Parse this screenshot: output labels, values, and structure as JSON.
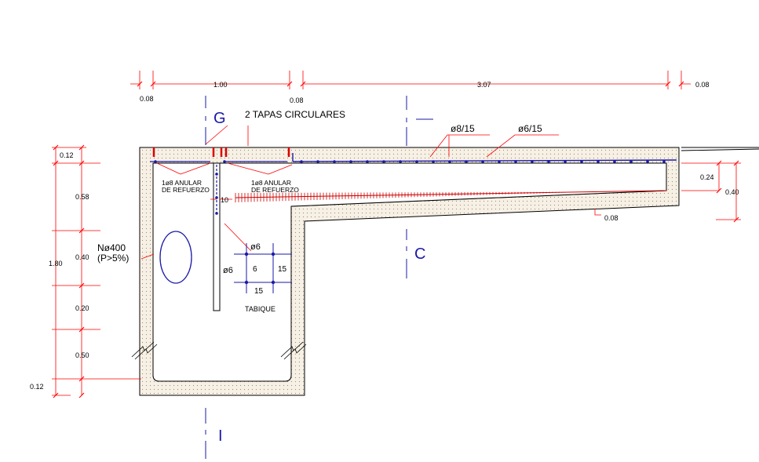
{
  "colors": {
    "dimension": "#ff0000",
    "rebar": "#1a1aa8",
    "concrete_fill": "#f5eee2",
    "outline": "#000000",
    "hatch": "#ff0000"
  },
  "labels": {
    "tapas": "2 TAPAS CIRCULARES",
    "rebar_main": "ø8/15",
    "rebar_secondary": "ø6/15",
    "anular_left_1": "1ø8 ANULAR",
    "anular_left_2": "DE REFUERZO",
    "anular_right_1": "1ø8 ANULAR",
    "anular_right_2": "DE REFUERZO",
    "pipe_1": "Nø400",
    "pipe_2": "(P>5%)",
    "tabique": "TABIQUE",
    "tab_width": "10",
    "section_G": "G",
    "section_C": "C",
    "section_I": "I"
  },
  "tabique_detail": {
    "bar_top": "ø6",
    "bar_left": "ø6",
    "dim_center": "6",
    "dim_right": "15",
    "dim_bottom": "15"
  },
  "dimensions": {
    "top": [
      "0.08",
      "1.00",
      "0.08",
      "3.07",
      "0.08"
    ],
    "left_total": "1.80",
    "left_parts": [
      "0.12",
      "0.58",
      "0.40",
      "0.20",
      "0.50",
      "0.12"
    ],
    "right_slab_thickness": "0.24",
    "right_slab_total": "0.40",
    "slab_tip": "0.08"
  }
}
